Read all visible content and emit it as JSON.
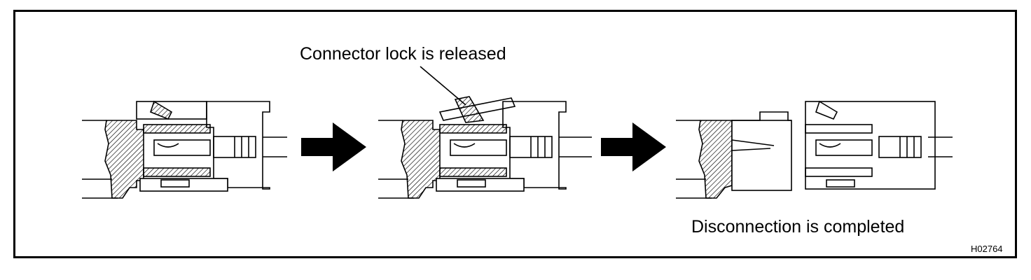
{
  "labels": {
    "lock_released": "Connector lock is released",
    "disconnected": "Disconnection is completed",
    "figure_code": "H02764"
  },
  "steps": [
    {
      "name": "connected",
      "state": "locked"
    },
    {
      "name": "lock-released",
      "state": "lock lifted"
    },
    {
      "name": "disconnected",
      "state": "separated"
    }
  ],
  "colors": {
    "line": "#000000",
    "background": "#ffffff"
  }
}
